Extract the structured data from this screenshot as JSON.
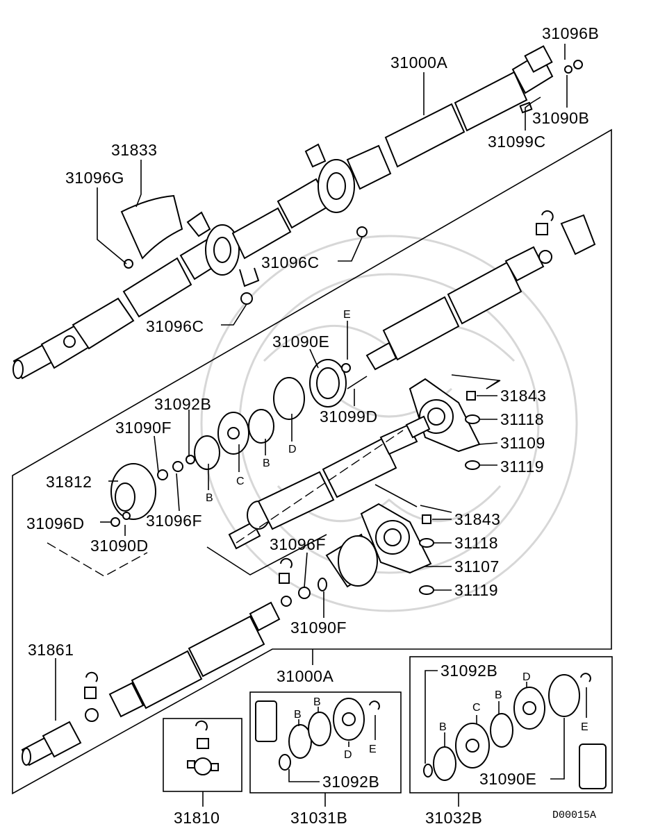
{
  "diagram": {
    "code": "D00015A",
    "callouts": {
      "c31096B_top": "31096B",
      "c31000A_top": "31000A",
      "c31090B": "31090B",
      "c31099C": "31099C",
      "c31833": "31833",
      "c31096G": "31096G",
      "c31096C_a": "31096C",
      "c31096C_b": "31096C",
      "c31090E_mid": "31090E",
      "c31092B_mid": "31092B",
      "c31099D": "31099D",
      "c31090F_a": "31090F",
      "c31812": "31812",
      "c31096D": "31096D",
      "c31096F_a": "31096F",
      "c31090D": "31090D",
      "c31843_a": "31843",
      "c31118_a": "31118",
      "c31109": "31109",
      "c31119_a": "31119",
      "c31843_b": "31843",
      "c31118_b": "31118",
      "c31107": "31107",
      "c31119_b": "31119",
      "c31096F_b": "31096F",
      "c31090F_b": "31090F",
      "c31861": "31861",
      "c31000A_bot": "31000A",
      "c31092B_kit2": "31092B",
      "c31090E_kit2": "31090E",
      "c31092B_kit1": "31092B",
      "c31810": "31810",
      "c31031B": "31031B",
      "c31032B": "31032B"
    },
    "letters": {
      "E_mid": "E",
      "B_mid1": "B",
      "B_mid2": "B",
      "C_mid": "C",
      "D_mid": "D",
      "B_k1a": "B",
      "B_k1b": "B",
      "D_k1": "D",
      "E_k1": "E",
      "B_k2a": "B",
      "C_k2": "C",
      "B_k2b": "B",
      "D_k2": "D",
      "E_k2": "E"
    }
  }
}
